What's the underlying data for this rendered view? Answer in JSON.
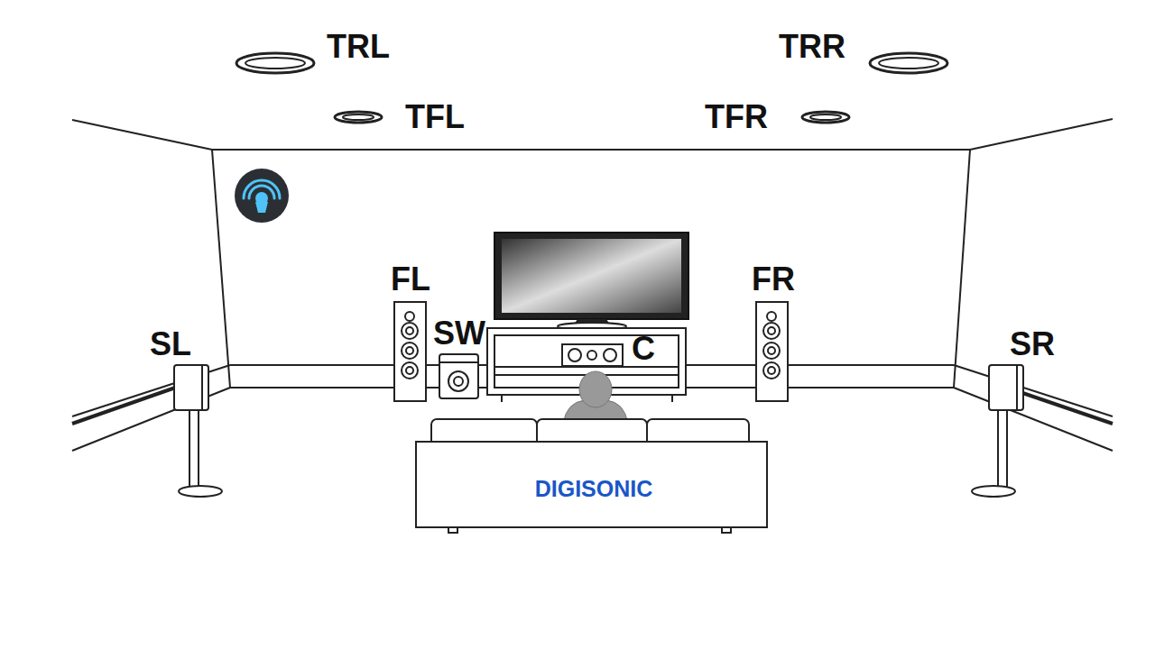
{
  "diagram": {
    "labels": [
      "TRL",
      "TRR",
      "TFL",
      "TFR",
      "FL",
      "SW",
      "C",
      "FR",
      "SL",
      "SR",
      "DIGISONIC"
    ]
  }
}
